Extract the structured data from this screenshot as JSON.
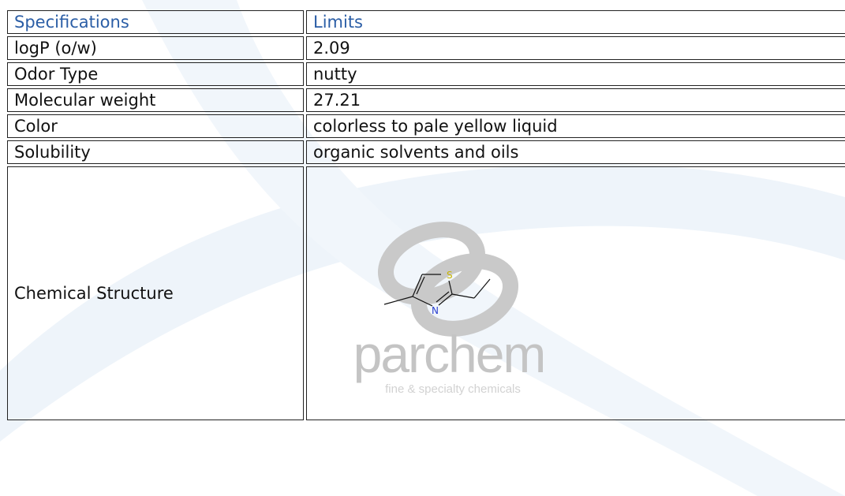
{
  "table": {
    "header": {
      "label": "Specifications",
      "value": "Limits"
    },
    "rows": [
      {
        "label": "logP (o/w)",
        "value": "2.09"
      },
      {
        "label": "Odor Type",
        "value": "nutty"
      },
      {
        "label": "Molecular weight",
        "value": "27.21"
      },
      {
        "label": "Color",
        "value": "colorless to pale yellow liquid"
      },
      {
        "label": "Solubility",
        "value": "organic solvents and oils"
      }
    ],
    "structure": {
      "label": "Chemical Structure",
      "atoms": {
        "sulfur": "S",
        "nitrogen": "N"
      }
    }
  },
  "watermark": {
    "brand": "parchem",
    "tagline": "fine & specialty chemicals"
  },
  "colors": {
    "header_text": "#2b5ea6",
    "watermark": "#c4c4c4",
    "sulfur": "#c8b400",
    "nitrogen": "#2a3fcf",
    "background_swoosh": "#edf3fa"
  }
}
